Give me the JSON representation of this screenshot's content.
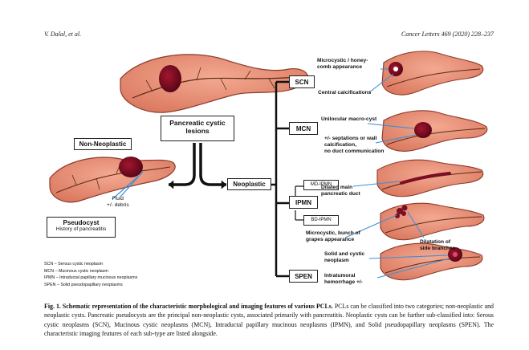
{
  "header": {
    "authors": "V. Dalal, et al.",
    "journal": "Cancer Letters 469 (2020) 228–237"
  },
  "figure": {
    "center_title": "Pancreatic cystic\nlesions",
    "non_neoplastic": "Non-Neoplastic",
    "neoplastic": "Neoplastic",
    "pseudocyst_title": "Pseudocyst",
    "pseudocyst_sub": "History of pancreatitis",
    "fluid_label": "Fluid\n+/- debris",
    "categories": [
      "SCN",
      "MCN",
      "IPMN",
      "SPEN"
    ],
    "ipmn_sub": [
      "MD-IPMN",
      "BD-IPMN"
    ],
    "scn_features": [
      "Microcystic / honey-\ncomb appearance",
      "Central calcifications"
    ],
    "mcn_features": [
      "Unilocular macro-cyst",
      "+/- septations or wall\ncalcification,\nno duct communication"
    ],
    "md_ipmn_feature": "Dilated main\npancreatic duct",
    "bd_ipmn_features": [
      "Microcystic, bunch of\ngrapes appearance",
      "Dilatation of\nside branches"
    ],
    "spen_features": [
      "Solid and cystic\nneoplasm",
      "Intratumoral\nhemorrhage +/-"
    ]
  },
  "legend": [
    "SCN – Serous cystic neoplasm",
    "MCN – Mucinous cystic neoplasm",
    "IPMN – Intraductal papillary mucinous neoplasms",
    "SPEN – Solid pseudopapillary neoplasms"
  ],
  "caption": {
    "label": "Fig. 1. Schematic representation of the characteristic morphological and imaging features of various PCLs.",
    "text": " PCLs can be classified into two categories; non-neoplastic and neoplastic cysts. Pancreatic pseudocysts are the principal non-neoplastic cysts, associated primarily with pancreatitis. Neoplastic cysts can be further sub-classified into: Serous cystic neoplasms (SCN), Mucinous cystic neoplasms (MCN), Intraductal papillary mucinous neoplasms (IPMN), and Solid pseudopapillary neoplasms (SPEN). The characteristic imaging features of each sub-type are listed alongside."
  },
  "colors": {
    "pancreas": "#e58a72",
    "pancreas_edge": "#8c3b2a",
    "duct": "#5a2a12",
    "lesion": "#7a0f24",
    "pointer": "#3a8fd8"
  }
}
